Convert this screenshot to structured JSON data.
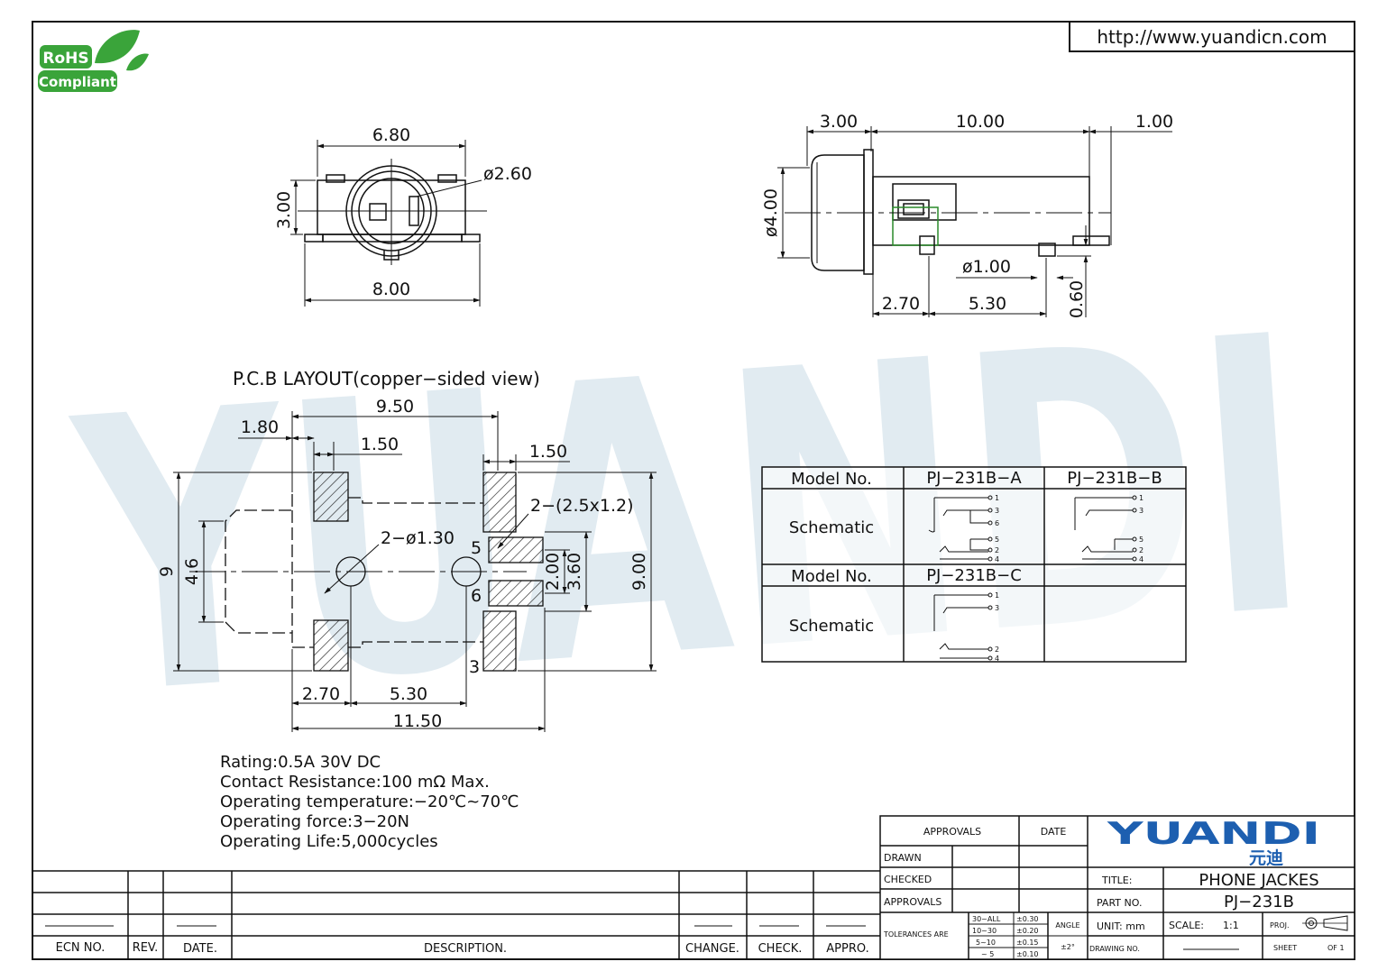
{
  "url": "http://www.yuandicn.com",
  "rohs": {
    "line1": "RoHS",
    "line2": "Compliant"
  },
  "watermark": "YUANDI",
  "front_view": {
    "top_width": "6.80",
    "height": "3.00",
    "hole": "ø2.60",
    "bottom_width": "8.00"
  },
  "side_view": {
    "d1": "3.00",
    "d2": "10.00",
    "d3": "1.00",
    "dia": "ø4.00",
    "pin_dia": "ø1.00",
    "d4": "2.70",
    "d5": "5.30",
    "d6": "0.60"
  },
  "pcb": {
    "title": "P.C.B   LAYOUT(copper−sided  view)",
    "w1": "9.50",
    "w2": "1.80",
    "w3": "1.50",
    "w4": "1.50",
    "pad": "2−(2.5x1.2)",
    "holes": "2−ø1.30",
    "h1": "9",
    "h2": "4.6",
    "h3": "2.00",
    "h4": "3.60",
    "h5": "9.00",
    "pin5": "5",
    "pin6": "6",
    "pin3": "3",
    "b1": "2.70",
    "b2": "5.30",
    "b3": "11.50"
  },
  "specs": [
    "Rating:0.5A  30V  DC",
    "Contact  Resistance:100  mΩ  Max.",
    "Operating  temperature:−20℃~70℃",
    "Operating  force:3−20N",
    "Operating  Life:5,000cycles"
  ],
  "model_table": {
    "model_label": "Model  No.",
    "schematic_label": "Schematic",
    "models": [
      "PJ−231B−A",
      "PJ−231B−B",
      "PJ−231B−C"
    ],
    "pins_a": [
      "1",
      "3",
      "6",
      "5",
      "2",
      "4"
    ],
    "pins_b": [
      "1",
      "3",
      "5",
      "2",
      "4"
    ],
    "pins_c": [
      "1",
      "3",
      "2",
      "4"
    ]
  },
  "title_block": {
    "approvals": "APPROVALS",
    "date": "DATE",
    "drawn": "DRAWN",
    "checked": "CHECKED",
    "approvals2": "APPROVALS",
    "tolerances": "TOLERANCES  ARE",
    "tol_rows": [
      [
        "30~ALL",
        "±0.30"
      ],
      [
        "10~30",
        "±0.20"
      ],
      [
        "5~10",
        "±0.15"
      ],
      [
        "~ 5",
        "±0.10"
      ]
    ],
    "angle": "ANGLE",
    "angle_tol": "±2°",
    "logo_text": "YUANDI",
    "logo_cn": "元迪",
    "title_label": "TITLE:",
    "title_value": "PHONE  JACKES",
    "part_label": "PART  NO.",
    "part_value": "PJ−231B",
    "unit": "UNIT:  mm",
    "scale_label": "SCALE:",
    "scale_value": "1:1",
    "proj": "PROJ.",
    "drawing_no": "DRAWING  NO.",
    "sheet": "SHEET",
    "of": "OF  1"
  },
  "revision_block": {
    "ecn": "ECN  NO.",
    "rev": "REV.",
    "date": "DATE.",
    "desc": "DESCRIPTION.",
    "change": "CHANGE.",
    "check": "CHECK.",
    "appro": "APPRO."
  }
}
